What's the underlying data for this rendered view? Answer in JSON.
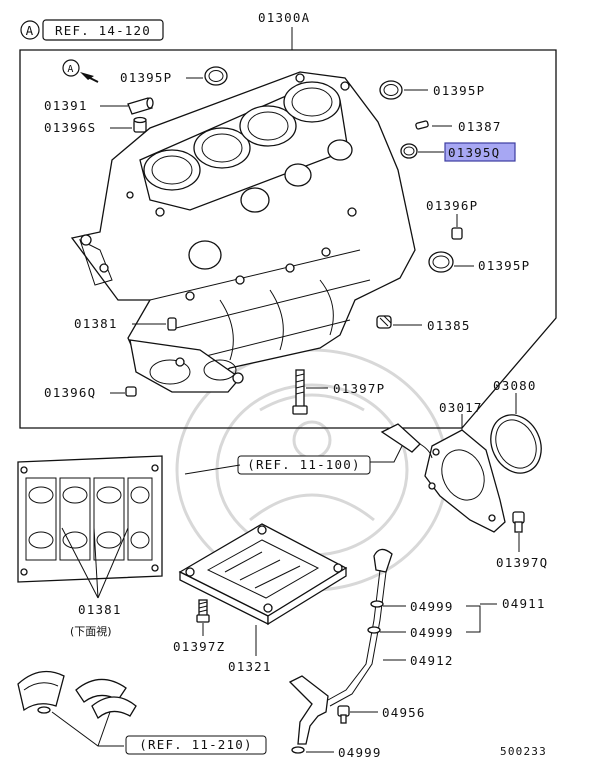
{
  "ref_letter": "A",
  "refs": {
    "top": "REF. 14-120",
    "rear": "(REF. 11-100)",
    "bearing": "(REF. 11-210)"
  },
  "parts": {
    "block": "01300A",
    "plug_p_1": "01395P",
    "plug_p_2": "01395P",
    "plug_p_3": "01395P",
    "plug_q": "01395Q",
    "pin_1391": "01391",
    "pin_1396s": "01396S",
    "pin_1387": "01387",
    "pin_1396p": "01396P",
    "jet_1381": "01381",
    "plug_1385": "01385",
    "plug_1396q": "01396Q",
    "bolt_1397p": "01397P",
    "seal_3080": "03080",
    "case_3017": "03017",
    "bolt_1397q": "01397Q",
    "jet_bottom": "01381",
    "bottom_view_note": "(下面視)",
    "baffle_1321": "01321",
    "bolt_1397z": "01397Z",
    "oring_1": "04999",
    "oring_2": "04999",
    "oring_3": "04999",
    "gauge_assy": "04911",
    "guide_4912": "04912",
    "bolt_4956": "04956"
  },
  "diagram_id": "500233",
  "colors": {
    "highlight_fill": "#a7a7f3",
    "highlight_border": "#3c3ca0",
    "line": "#111111"
  }
}
